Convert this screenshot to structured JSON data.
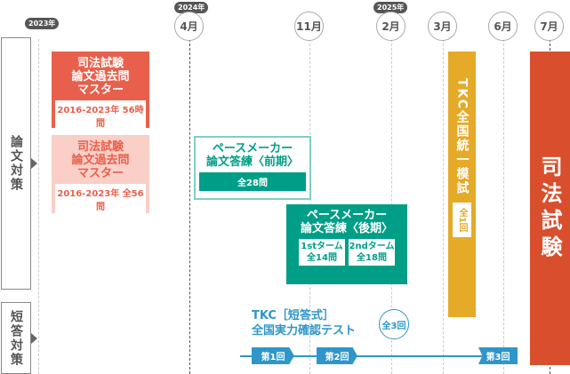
{
  "timeline": {
    "years": [
      "2023年",
      "2024年",
      "2025年"
    ],
    "months": [
      "4月",
      "11月",
      "2月",
      "3月",
      "6月",
      "7月"
    ]
  },
  "sections": {
    "essay": "論文対策",
    "short": "短答対策"
  },
  "block1": {
    "lines": [
      "司法試験",
      "論文過去問",
      "マスター"
    ],
    "sub": "2016-2023年 56時間"
  },
  "block2": {
    "lines": [
      "司法試験",
      "論文過去問",
      "マスター"
    ],
    "sub": "2016-2023年 全56問"
  },
  "pm_early": {
    "lines": [
      "ペースメーカー",
      "論文答練〈前期〉"
    ],
    "sub": "全28問"
  },
  "pm_late": {
    "lines": [
      "ペースメーカー",
      "論文答練〈後期〉"
    ],
    "terms": [
      {
        "name": "1stターム",
        "count": "全14問"
      },
      {
        "name": "2ndターム",
        "count": "全18問"
      }
    ]
  },
  "tkc_mock": {
    "title": "TKC全国統一模試",
    "sub": "全1回"
  },
  "exam": {
    "title": "司法試験"
  },
  "short_test": {
    "lines": [
      "TKC［短答式］",
      "全国実力確認テスト"
    ],
    "total": "全3回",
    "rounds": [
      "第1回",
      "第2回",
      "第3回"
    ]
  },
  "colors": {
    "red": "#e8604c",
    "pink": "#f9cfc7",
    "teal": "#009e87",
    "yellow": "#e5aa28",
    "exam": "#d94f2e",
    "blue": "#2e96c9"
  }
}
